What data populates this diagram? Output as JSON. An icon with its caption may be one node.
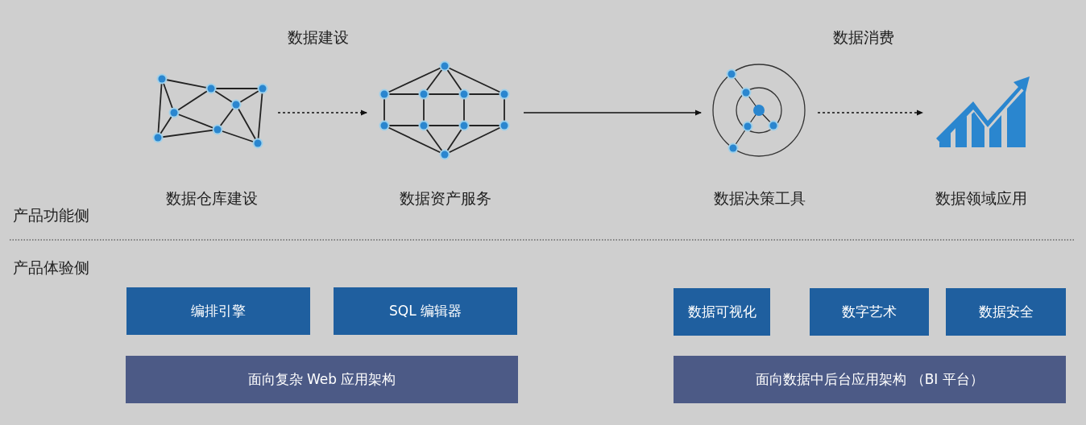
{
  "diagram": {
    "nodes": [
      {
        "text": [
          "数据仓库建设"
        ]
      },
      {
        "text": [
          "数据资产服务"
        ]
      },
      {
        "text": [
          "数据决策工具"
        ]
      },
      {
        "text": [
          "数据领域应用"
        ]
      },
      {
        "text": [
          "编排引擎"
        ]
      },
      {
        "text": [
          "SQL 编辑器"
        ]
      },
      {
        "text": [
          "数据可视化"
        ]
      },
      {
        "text": [
          "数字艺术"
        ]
      },
      {
        "text": [
          "数据安全"
        ]
      },
      {
        "text": [
          "面向复杂 Web 应用架构"
        ]
      },
      {
        "text": [
          "面向数据中后台应用架构 （BI 平台）"
        ]
      }
    ],
    "edges": [
      {
        "from": 0,
        "to": 1,
        "arrow": "to",
        "style": "dashed"
      },
      {
        "from": 1,
        "to": 2,
        "arrow": "to"
      },
      {
        "from": 2,
        "to": 3,
        "arrow": "to",
        "style": "dashed"
      }
    ],
    "labels": [
      "数据建设",
      "数据消费",
      "产品功能侧",
      "产品体验侧"
    ]
  }
}
